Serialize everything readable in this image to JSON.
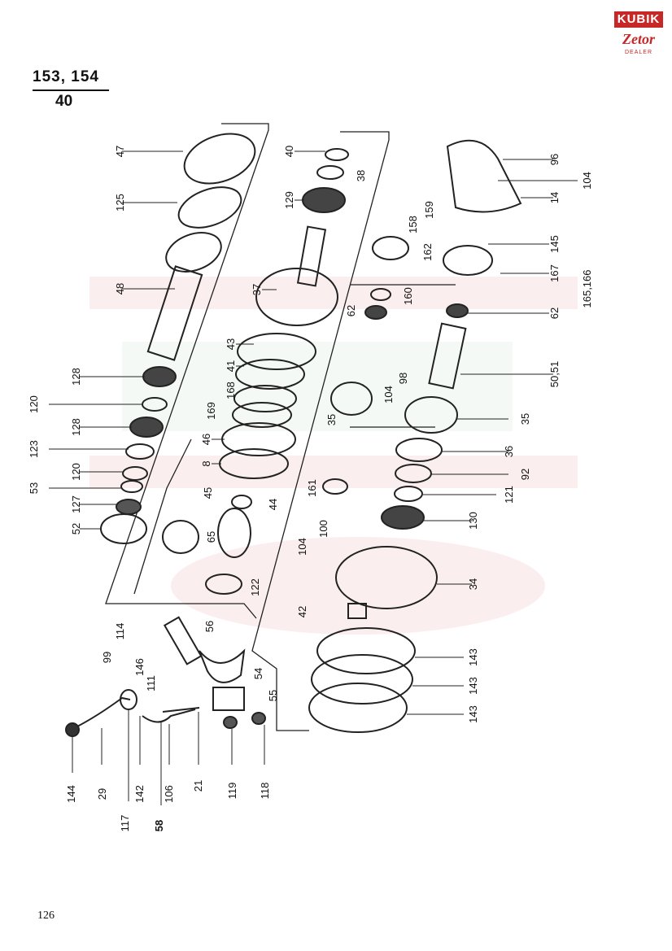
{
  "logo": {
    "brand": "KUBIK",
    "subbrand": "Zetor",
    "dealer": "DEALER"
  },
  "header": {
    "models": "153, 154",
    "group_number": "40"
  },
  "page_number": "126",
  "callouts": [
    {
      "id": "c47",
      "label": "47"
    },
    {
      "id": "c125",
      "label": "125"
    },
    {
      "id": "c48",
      "label": "48"
    },
    {
      "id": "c128a",
      "label": "128"
    },
    {
      "id": "c120a",
      "label": "120"
    },
    {
      "id": "c128b",
      "label": "128"
    },
    {
      "id": "c123",
      "label": "123"
    },
    {
      "id": "c120b",
      "label": "120"
    },
    {
      "id": "c53",
      "label": "53"
    },
    {
      "id": "c127",
      "label": "127"
    },
    {
      "id": "c52",
      "label": "52"
    },
    {
      "id": "c40",
      "label": "40"
    },
    {
      "id": "c38",
      "label": "38"
    },
    {
      "id": "c129",
      "label": "129"
    },
    {
      "id": "c37",
      "label": "37"
    },
    {
      "id": "c43",
      "label": "43"
    },
    {
      "id": "c41",
      "label": "41"
    },
    {
      "id": "c168",
      "label": "168"
    },
    {
      "id": "c169",
      "label": "169"
    },
    {
      "id": "c46",
      "label": "46"
    },
    {
      "id": "c8",
      "label": "8"
    },
    {
      "id": "c45",
      "label": "45"
    },
    {
      "id": "c44",
      "label": "44"
    },
    {
      "id": "c65",
      "label": "65"
    },
    {
      "id": "c122",
      "label": "122"
    },
    {
      "id": "c96",
      "label": "96"
    },
    {
      "id": "c104a",
      "label": "104"
    },
    {
      "id": "c14",
      "label": "14"
    },
    {
      "id": "c159",
      "label": "159"
    },
    {
      "id": "c158",
      "label": "158"
    },
    {
      "id": "c162",
      "label": "162"
    },
    {
      "id": "c145",
      "label": "145"
    },
    {
      "id": "c167",
      "label": "167"
    },
    {
      "id": "c165",
      "label": "165,166"
    },
    {
      "id": "c160",
      "label": "160"
    },
    {
      "id": "c62a",
      "label": "62"
    },
    {
      "id": "c62b",
      "label": "62"
    },
    {
      "id": "c5051",
      "label": "50,51"
    },
    {
      "id": "c98",
      "label": "98"
    },
    {
      "id": "c104b",
      "label": "104"
    },
    {
      "id": "c35a",
      "label": "35"
    },
    {
      "id": "c35b",
      "label": "35"
    },
    {
      "id": "c36",
      "label": "36"
    },
    {
      "id": "c92",
      "label": "92"
    },
    {
      "id": "c161",
      "label": "161"
    },
    {
      "id": "c121",
      "label": "121"
    },
    {
      "id": "c100",
      "label": "100"
    },
    {
      "id": "c130",
      "label": "130"
    },
    {
      "id": "c104c",
      "label": "104"
    },
    {
      "id": "c34",
      "label": "34"
    },
    {
      "id": "c42",
      "label": "42"
    },
    {
      "id": "c143a",
      "label": "143"
    },
    {
      "id": "c143b",
      "label": "143"
    },
    {
      "id": "c143c",
      "label": "143"
    },
    {
      "id": "c56",
      "label": "56"
    },
    {
      "id": "c54",
      "label": "54"
    },
    {
      "id": "c55",
      "label": "55"
    },
    {
      "id": "c114",
      "label": "114"
    },
    {
      "id": "c99",
      "label": "99"
    },
    {
      "id": "c146",
      "label": "146"
    },
    {
      "id": "c111",
      "label": "111"
    },
    {
      "id": "c144",
      "label": "144"
    },
    {
      "id": "c29",
      "label": "29"
    },
    {
      "id": "c117",
      "label": "117"
    },
    {
      "id": "c142",
      "label": "142"
    },
    {
      "id": "c58",
      "label": "58"
    },
    {
      "id": "c106",
      "label": "106"
    },
    {
      "id": "c21",
      "label": "21"
    },
    {
      "id": "c119",
      "label": "119"
    },
    {
      "id": "c118",
      "label": "118"
    }
  ]
}
